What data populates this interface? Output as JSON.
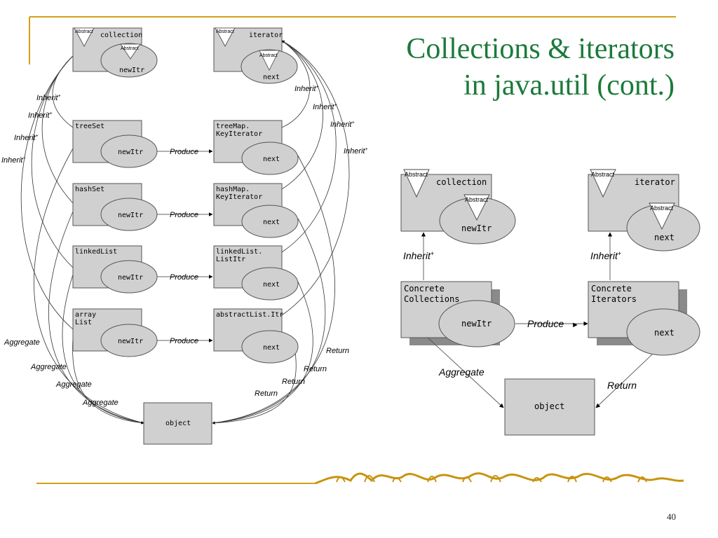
{
  "slide": {
    "title_line1": "Collections & iterators",
    "title_line2": "in java.util (cont.)",
    "page_number": "40"
  },
  "colors": {
    "title": "#1b7a3a",
    "rule": "#d4a017",
    "box_fill": "#d0d0d0",
    "shadow": "#8a8a8a"
  },
  "left_diagram": {
    "collection": {
      "label": "collection",
      "abstract": "Abstract",
      "method": "newItr",
      "method_abstract": "Abstract"
    },
    "iterator": {
      "label": "iterator",
      "abstract": "Abstract",
      "method": "next",
      "method_abstract": "Abstract"
    },
    "rows": [
      {
        "collection": "treeSet",
        "collection_method": "newItr",
        "iterator_line1": "treeMap.",
        "iterator_line2": "KeyIterator",
        "iterator_method": "next"
      },
      {
        "collection": "hashSet",
        "collection_method": "newItr",
        "iterator_line1": "hashMap.",
        "iterator_line2": "KeyIterator",
        "iterator_method": "next"
      },
      {
        "collection": "linkedList",
        "collection_method": "newItr",
        "iterator_line1": "linkedList.",
        "iterator_line2": "ListItr",
        "iterator_method": "next"
      },
      {
        "collection_line1": "array",
        "collection_line2": "List",
        "collection_method": "newItr",
        "iterator_line1": "abstractList.Itr",
        "iterator_line2": "",
        "iterator_method": "next"
      }
    ],
    "object": "object",
    "produce": "Produce",
    "inherit": "Inherit",
    "inherit_sup": "+",
    "aggregate": "Aggregate",
    "return": "Return"
  },
  "right_diagram": {
    "collection": {
      "label": "collection",
      "abstract": "Abstract",
      "method": "newItr",
      "method_abstract": "Abstract"
    },
    "iterator": {
      "label": "iterator",
      "abstract": "Abstract",
      "method": "next",
      "method_abstract": "Abstract"
    },
    "concrete_collections": {
      "line1": "Concrete",
      "line2": "Collections",
      "method": "newItr"
    },
    "concrete_iterators": {
      "line1": "Concrete",
      "line2": "Iterators",
      "method": "next"
    },
    "object": "object",
    "inherit": "Inherit",
    "inherit_sup": "+",
    "produce": "Produce",
    "aggregate": "Aggregate",
    "return": "Return"
  }
}
